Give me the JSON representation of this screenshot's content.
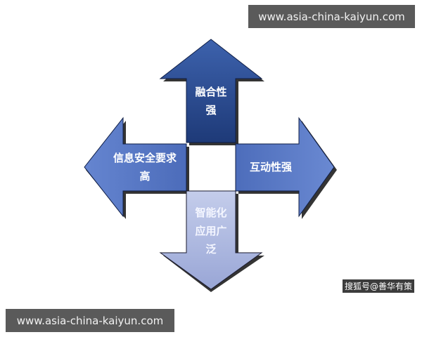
{
  "watermarks": {
    "top": "www.asia-china-kaiyun.com",
    "bottom": "www.asia-china-kaiyun.com"
  },
  "diagram": {
    "arrows": [
      {
        "direction": "up",
        "label": "融合性强",
        "lines": [
          "融合性",
          "强"
        ],
        "color": "#2a4a8e"
      },
      {
        "direction": "left",
        "label": "信息安全要求高",
        "lines": [
          "信息安全要求",
          "高"
        ],
        "color": "#5a7cc8"
      },
      {
        "direction": "right",
        "label": "互动性强",
        "lines": [
          "互动性强"
        ],
        "color": "#5878c4"
      },
      {
        "direction": "down",
        "label": "智能化应用广泛",
        "lines": [
          "智能化",
          "应用广",
          "泛"
        ],
        "color": "#b8c2e6"
      }
    ],
    "center": {
      "color": "#ffffff"
    }
  },
  "credit": "搜狐号@善华有策"
}
